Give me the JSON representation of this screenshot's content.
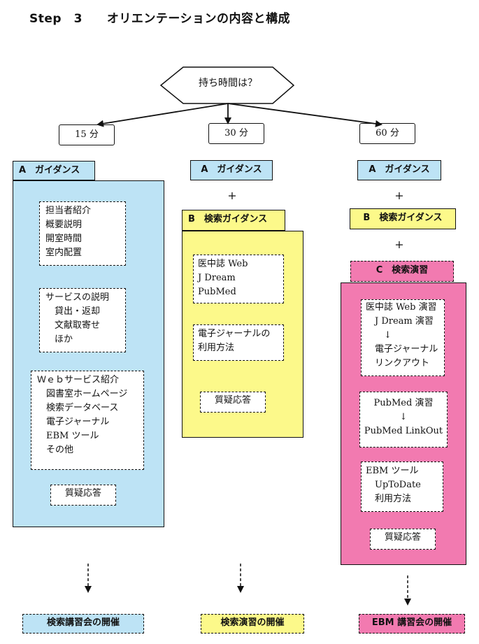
{
  "page_title": "Step　3　　オリエンテーションの内容と構成",
  "decision": "持ち時間は？",
  "durations": [
    "15 分",
    "30 分",
    "60 分"
  ],
  "plus": "+",
  "col15": {
    "a_label": "A　ガイダンス",
    "box1": "担当者紹介\n概要説明\n開室時間\n室内配置",
    "box2": "サービスの説明\n　貸出・返却\n　文献取寄せ\n　ほか",
    "box3": "Ｗｅｂサービス紹介\n　図書室ホームページ\n　検索データベース\n　電子ジャーナル\n　EBM ツール\n　その他",
    "box4": "質疑応答",
    "result": "検索講習会の開催"
  },
  "col30": {
    "a_label": "A　ガイダンス",
    "b_label": "B　検索ガイダンス",
    "box1": "医中誌 Web\nJ Dream\nPubMed",
    "box2": "電子ジャーナルの\n利用方法",
    "box3": "質疑応答",
    "result": "検索演習の開催"
  },
  "col60": {
    "a_label": "A　ガイダンス",
    "b_label": "B　検索ガイダンス",
    "c_label": "C　検索演習",
    "box1": "医中誌 Web 演習\n　J Dream 演習\n　　↓\n　電子ジャーナル\n　リンクアウト",
    "box2": "PubMed 演習\n↓\nPubMed LinkOut",
    "box3": "EBM ツール\n　UpToDate\n　利用方法",
    "box4": "質疑応答",
    "result": "EBM 講習会の開催"
  },
  "colors": {
    "blue": "#bde3f5",
    "yellow": "#fcf98a",
    "pink": "#f27ab0"
  }
}
